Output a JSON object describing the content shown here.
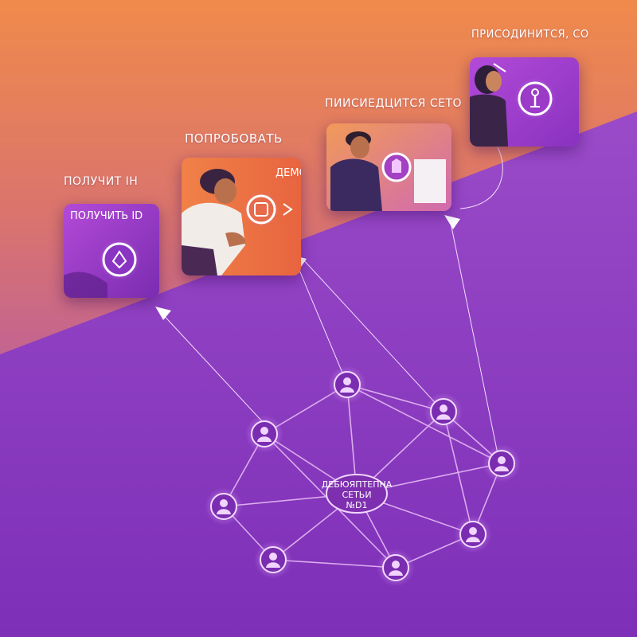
{
  "steps": [
    {
      "label": "ПОЛУЧИТ IH",
      "card_caption": "ПОЛУЧИТЬ ID"
    },
    {
      "label": "ПОПРОБОВАТЬ",
      "card_caption": "ДЕМО"
    },
    {
      "label": "ПИИСИЕДЦИТСЯ СЕТО"
    },
    {
      "label": "ПРИСОДИНИТСЯ, СО"
    }
  ],
  "hub": {
    "line1": "ДЕБЮЯПТЕПНА",
    "line2": "СЕТЬИ",
    "line3": "№D1"
  },
  "colors": {
    "bg_top": "#f08a4b",
    "bg_bottom": "#8a3fc0",
    "slope": "#8f3fbf",
    "node": "#e9c8f5",
    "line": "#e6b9f3"
  }
}
